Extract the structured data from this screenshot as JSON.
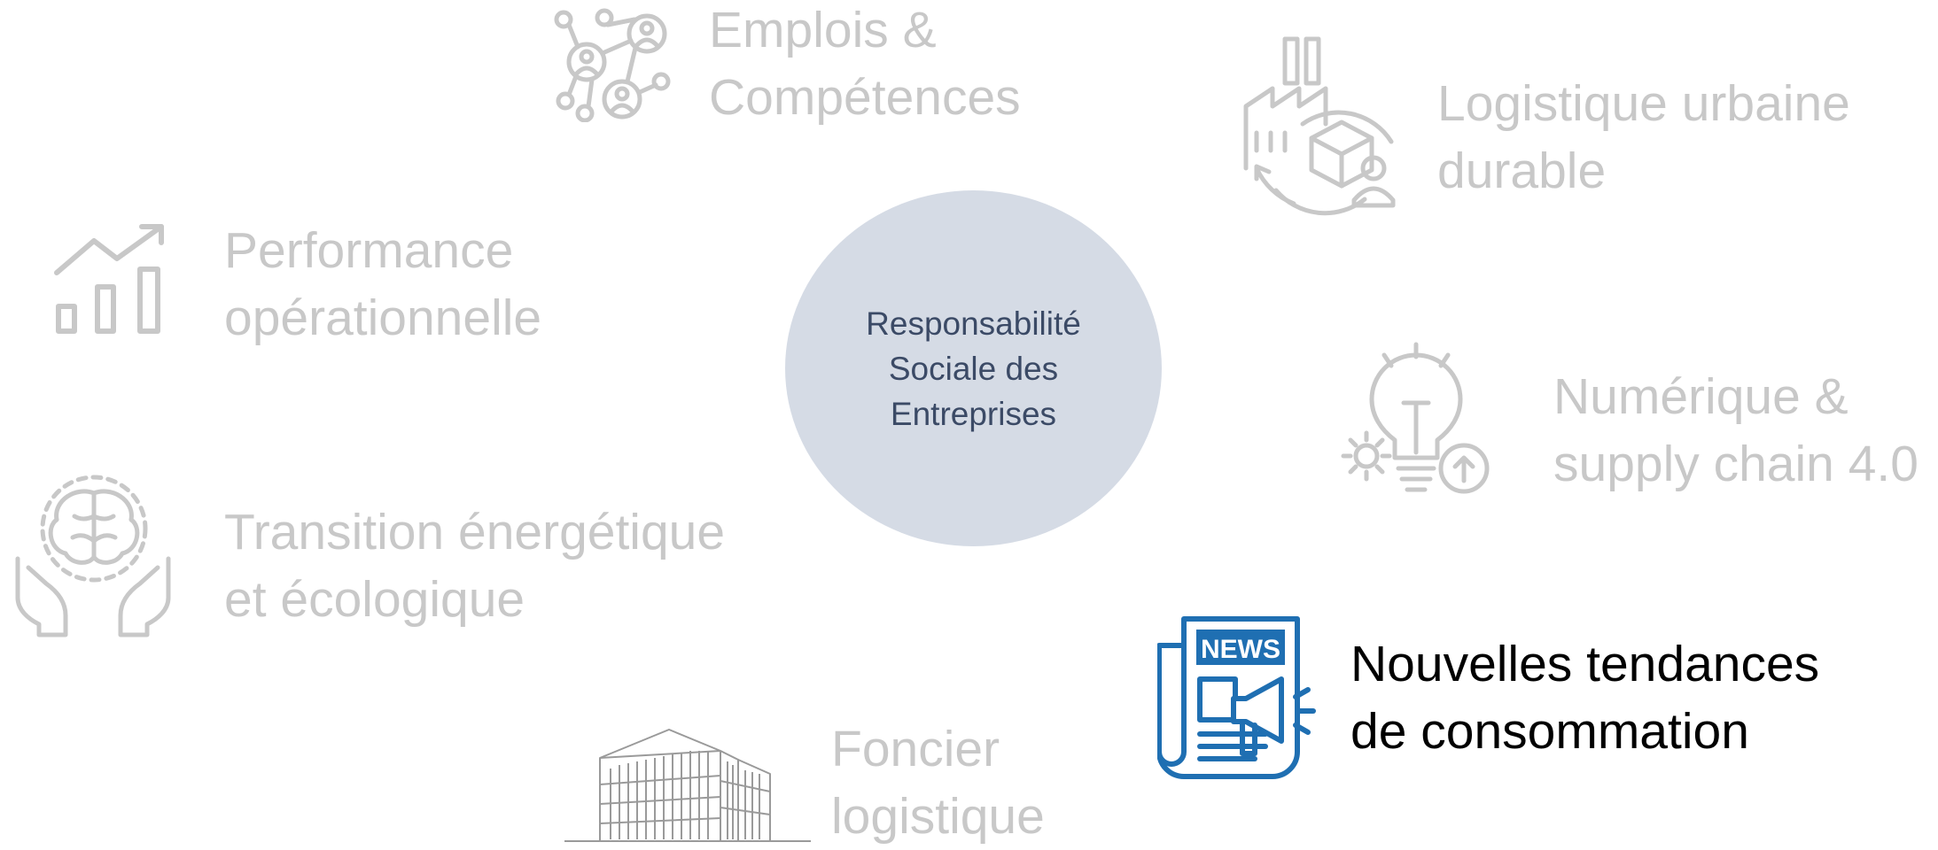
{
  "center": {
    "lines": [
      "Responsabilité",
      "Sociale des",
      "Entreprises"
    ]
  },
  "topics": {
    "emplois": {
      "line1": "Emplois &",
      "line2": "Compétences",
      "icon": "network-people-icon",
      "active": false
    },
    "logistique_urbaine": {
      "line1": "Logistique urbaine",
      "line2": "durable",
      "icon": "factory-box-cycle-icon",
      "active": false
    },
    "performance": {
      "line1": "Performance",
      "line2": "opérationnelle",
      "icon": "growth-chart-icon",
      "active": false
    },
    "numerique": {
      "line1": "Numérique &",
      "line2": "supply chain 4.0",
      "icon": "lightbulb-gear-icon",
      "active": false
    },
    "transition": {
      "line1": "Transition énergétique",
      "line2": "et écologique",
      "icon": "brain-hands-icon",
      "active": false
    },
    "nouvelles_tendances": {
      "line1": "Nouvelles tendances",
      "line2": "de consommation",
      "icon": "news-megaphone-icon",
      "active": true
    },
    "foncier": {
      "line1": "Foncier",
      "line2": "logistique",
      "icon": "building-icon",
      "active": false
    }
  },
  "colors": {
    "inactive": "#c8c8c8",
    "active_text": "#000000",
    "active_icon": "#1f6fb2",
    "center_fill": "#d5dbe5",
    "center_text": "#3b4a66"
  }
}
